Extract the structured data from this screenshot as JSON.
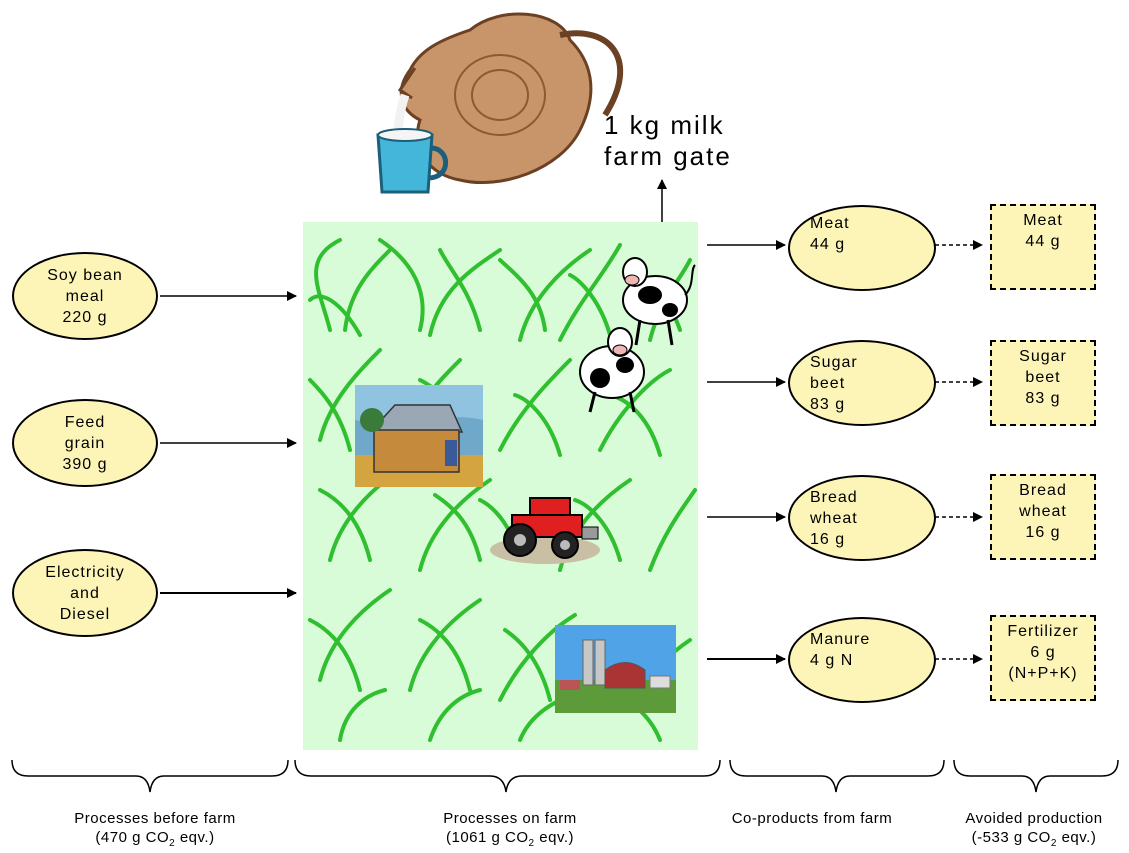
{
  "product": {
    "line1": "1 kg milk",
    "line2": "farm gate"
  },
  "inputs": [
    {
      "id": "soy",
      "text": "Soy bean\nmeal\n220 g"
    },
    {
      "id": "grain",
      "text": "Feed\ngrain\n390 g"
    },
    {
      "id": "energy",
      "text": "Electricity\nand\nDiesel"
    }
  ],
  "coproducts": [
    {
      "id": "meat",
      "text": "Meat\n44 g",
      "icon": "none"
    },
    {
      "id": "sugarbeet",
      "text": "Sugar\nbeet\n83 g",
      "icon": "beet-icon"
    },
    {
      "id": "breadwheat",
      "text": "Bread\nwheat\n16 g",
      "icon": "bread-icon"
    },
    {
      "id": "manure",
      "text": "Manure\n4 g N",
      "icon": "none"
    }
  ],
  "avoided": [
    {
      "id": "meat",
      "text": "Meat\n44 g"
    },
    {
      "id": "sugarbeet",
      "text": "Sugar\nbeet\n83 g"
    },
    {
      "id": "breadwheat",
      "text": "Bread\nwheat\n16 g"
    },
    {
      "id": "fertilizer",
      "text": "Fertilizer\n6 g\n(N+P+K)"
    }
  ],
  "captions": [
    {
      "id": "before",
      "line1": "Processes before farm",
      "pre": "(470 g CO",
      "sub": "2",
      "post": " eqv.)"
    },
    {
      "id": "onfarm",
      "line1": "Processes on farm",
      "pre": "(1061 g CO",
      "sub": "2",
      "post": " eqv.)"
    },
    {
      "id": "coproducts",
      "line1": "Co-products from farm",
      "pre": "",
      "sub": "",
      "post": ""
    },
    {
      "id": "avoided",
      "line1": "Avoided production",
      "pre": "(-533 g CO",
      "sub": "2",
      "post": " eqv.)"
    }
  ],
  "colors": {
    "ellipse_fill": "#fdf5b8",
    "farm_bg": "#d8fbd8",
    "grass": "#2fbf2f",
    "arrow": "#000000"
  },
  "pictures": [
    "jug-pouring-milk-icon",
    "cow-icon",
    "barn-painting-icon",
    "tractor-icon",
    "farm-silo-photo-icon"
  ]
}
